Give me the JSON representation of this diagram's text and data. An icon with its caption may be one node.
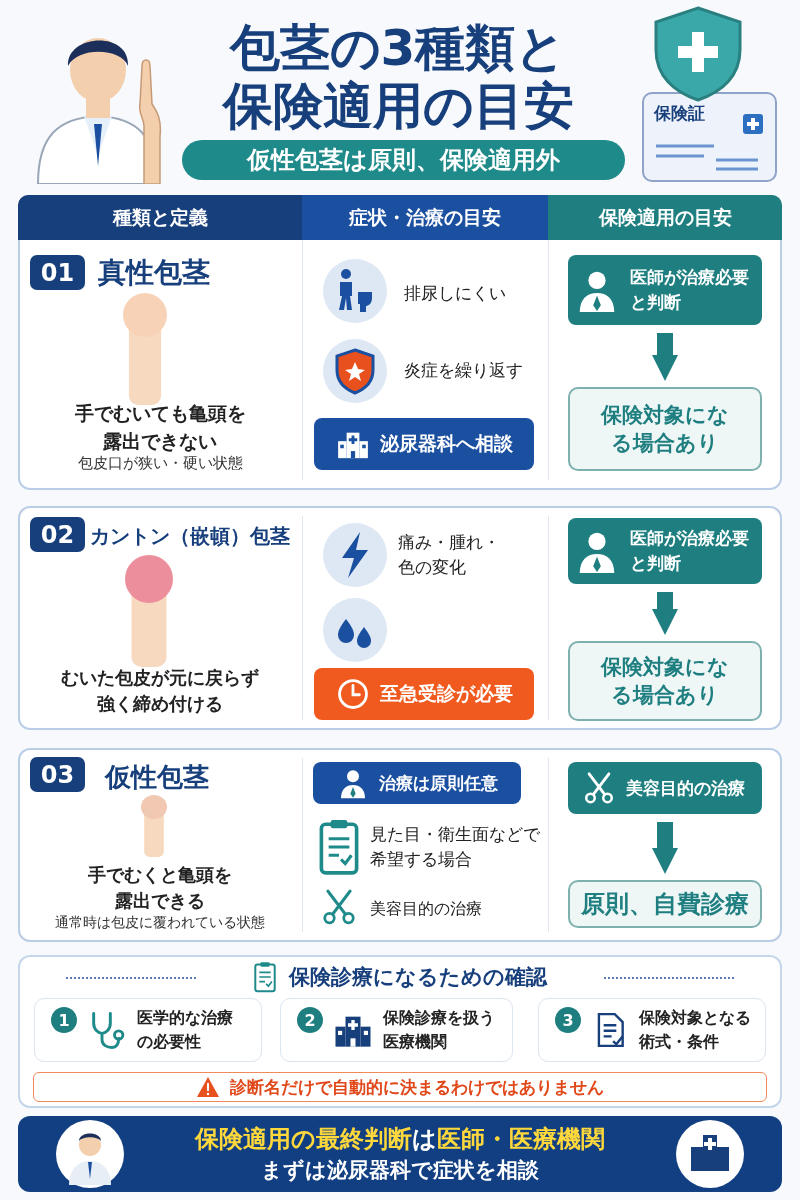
{
  "diagram": {
    "title": "包茎の3種類と保険適用の目安",
    "nodes": [
      {
        "text": [
          "仮性包茎は原則、保険適用外"
        ]
      },
      {
        "text": [
          "保険証"
        ]
      },
      {
        "text": [],
        "shape": "box"
      },
      {
        "text": [
          "種類と定義"
        ],
        "in": 2
      },
      {
        "text": [
          "症状・治療の目安"
        ],
        "in": 2
      },
      {
        "text": [
          "保険適用の目安"
        ],
        "in": 2
      },
      {
        "text": [
          "01"
        ],
        "in": 2
      },
      {
        "text": [
          "泌尿器科へ相談"
        ],
        "in": 2
      },
      {
        "text": [
          "医師が治療必要と判断"
        ],
        "in": 2
      },
      {
        "text": [
          "保険対象になる場合あり"
        ],
        "in": 2
      },
      {
        "text": [],
        "shape": "box"
      },
      {
        "text": [
          "02"
        ],
        "in": 10
      },
      {
        "text": [
          "至急受診が必要"
        ],
        "in": 10
      },
      {
        "text": [
          "医師が治療必要と判断"
        ],
        "in": 10
      },
      {
        "text": [
          "保険対象になる場合あり"
        ],
        "in": 10
      },
      {
        "text": [],
        "shape": "box"
      },
      {
        "text": [
          "03"
        ],
        "in": 15
      },
      {
        "text": [
          "治療は原則任意"
        ],
        "in": 15
      },
      {
        "text": [
          "美容目的の治療"
        ],
        "in": 15
      },
      {
        "text": [
          "原則、自費診療"
        ],
        "in": 15
      },
      {
        "text": [
          "保険診療になるための確認"
        ]
      },
      {
        "text": [
          "医学的な治療の必要性"
        ],
        "in": 20
      },
      {
        "text": [
          "1"
        ],
        "in": 21
      },
      {
        "text": [
          "保険診療を扱う医療機関"
        ],
        "in": 20
      },
      {
        "text": [
          "2"
        ],
        "in": 23
      },
      {
        "text": [
          "保険対象となる術式・条件"
        ],
        "in": 20
      },
      {
        "text": [
          "3"
        ],
        "in": 25
      },
      {
        "text": [
          "診断名だけで自動的に決まるわけではありません"
        ],
        "in": 20
      },
      {
        "text": [
          "**保険適用の最終判断**は**医師・医療機関**",
          "まずは泌尿器科で症状を相談"
        ]
      }
    ],
    "edges": [
      {
        "from": 8,
        "to": 9,
        "arrow": "to"
      },
      {
        "from": 13,
        "to": 14,
        "arrow": "to"
      },
      {
        "from": 18,
        "to": 19,
        "arrow": "to"
      }
    ],
    "labels": [
      "真性包茎",
      "手でむいても亀頭を露出できない",
      "包皮口が狭い・硬い状態",
      "排尿しにくい",
      "炎症を繰り返す",
      "カントン（嵌頓）包茎",
      "むいた包皮が元に戻らず強く締め付ける",
      "痛み・腫れ・色の変化",
      "仮性包茎",
      "手でむくと亀頭を露出できる",
      "通常時は包皮に覆われている状態",
      "見た目・衛生面などで希望する場合",
      "美容目的の治療"
    ]
  }
}
